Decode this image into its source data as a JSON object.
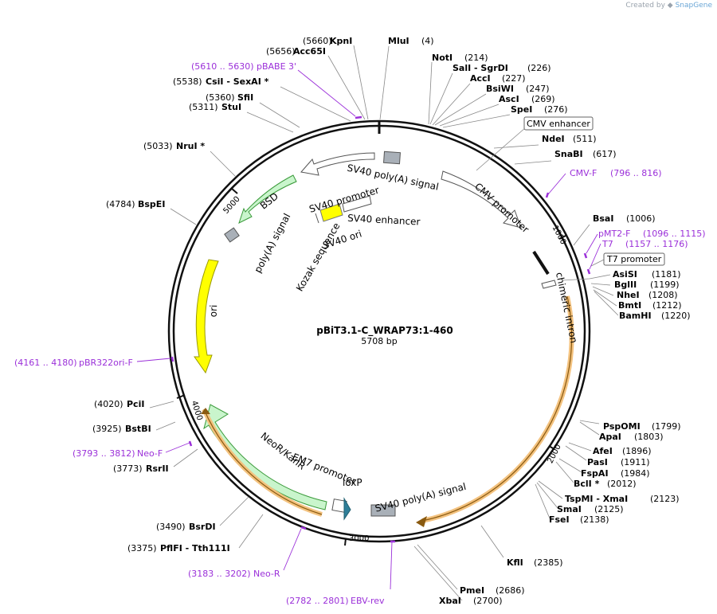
{
  "credit": {
    "prefix": "Created by",
    "brand": "SnapGene"
  },
  "plasmid": {
    "name": "pBiT3.1-C_WRAP73:1-460",
    "length_label": "5708 bp",
    "length": 5708
  },
  "ring_ticks": [
    {
      "bp": 1000,
      "label": "1000"
    },
    {
      "bp": 2000,
      "label": "2000"
    },
    {
      "bp": 3000,
      "label": "3000"
    },
    {
      "bp": 4000,
      "label": "4000"
    },
    {
      "bp": 5000,
      "label": "5000"
    }
  ],
  "enzymes": [
    {
      "name": "KpnI",
      "pos": "(5660)",
      "bp": 5660,
      "side": "left",
      "star": false
    },
    {
      "name": "MluI",
      "pos": "(4)",
      "bp": 4,
      "side": "right",
      "star": false
    },
    {
      "name": "Acc65I",
      "pos": "(5656)",
      "bp": 5656,
      "side": "left",
      "star": false
    },
    {
      "name": "NotI",
      "pos": "(214)",
      "bp": 214,
      "side": "right",
      "star": false
    },
    {
      "name": "SalI - SgrDI",
      "pos": "(226)",
      "bp": 226,
      "side": "right",
      "star": false
    },
    {
      "name": "AccI",
      "pos": "(227)",
      "bp": 227,
      "side": "right",
      "star": false
    },
    {
      "name": "CsiI - SexAI *",
      "pos": "(5538)",
      "bp": 5538,
      "side": "left",
      "star": true
    },
    {
      "name": "BsiWI",
      "pos": "(247)",
      "bp": 247,
      "side": "right",
      "star": false
    },
    {
      "name": "AscI",
      "pos": "(269)",
      "bp": 269,
      "side": "right",
      "star": false
    },
    {
      "name": "SfiI",
      "pos": "(5360)",
      "bp": 5360,
      "side": "left",
      "star": false
    },
    {
      "name": "SpeI",
      "pos": "(276)",
      "bp": 276,
      "side": "right",
      "star": false
    },
    {
      "name": "StuI",
      "pos": "(5311)",
      "bp": 5311,
      "side": "left",
      "star": false
    },
    {
      "name": "NdeI",
      "pos": "(511)",
      "bp": 511,
      "side": "right",
      "star": false
    },
    {
      "name": "NruI *",
      "pos": "(5033)",
      "bp": 5033,
      "side": "left",
      "star": true
    },
    {
      "name": "SnaBI",
      "pos": "(617)",
      "bp": 617,
      "side": "right",
      "star": false
    },
    {
      "name": "BspEI",
      "pos": "(4784)",
      "bp": 4784,
      "side": "left",
      "star": false
    },
    {
      "name": "BsaI",
      "pos": "(1006)",
      "bp": 1006,
      "side": "right",
      "star": false
    },
    {
      "name": "AsiSI",
      "pos": "(1181)",
      "bp": 1181,
      "side": "right",
      "star": false
    },
    {
      "name": "BglII",
      "pos": "(1199)",
      "bp": 1199,
      "side": "right",
      "star": false
    },
    {
      "name": "NheI",
      "pos": "(1208)",
      "bp": 1208,
      "side": "right",
      "star": false
    },
    {
      "name": "BmtI",
      "pos": "(1212)",
      "bp": 1212,
      "side": "right",
      "star": false
    },
    {
      "name": "BamHI",
      "pos": "(1220)",
      "bp": 1220,
      "side": "right",
      "star": false
    },
    {
      "name": "PciI",
      "pos": "(4020)",
      "bp": 4020,
      "side": "left",
      "star": false
    },
    {
      "name": "BstBI",
      "pos": "(3925)",
      "bp": 3925,
      "side": "left",
      "star": false
    },
    {
      "name": "PspOMI",
      "pos": "(1799)",
      "bp": 1799,
      "side": "right",
      "star": false
    },
    {
      "name": "ApaI",
      "pos": "(1803)",
      "bp": 1803,
      "side": "right",
      "star": false
    },
    {
      "name": "AfeI",
      "pos": "(1896)",
      "bp": 1896,
      "side": "right",
      "star": false
    },
    {
      "name": "RsrII",
      "pos": "(3773)",
      "bp": 3773,
      "side": "left",
      "star": false
    },
    {
      "name": "PasI",
      "pos": "(1911)",
      "bp": 1911,
      "side": "right",
      "star": false
    },
    {
      "name": "FspAI",
      "pos": "(1984)",
      "bp": 1984,
      "side": "right",
      "star": false
    },
    {
      "name": "BclI *",
      "pos": "(2012)",
      "bp": 2012,
      "side": "right",
      "star": true
    },
    {
      "name": "TspMI - XmaI",
      "pos": "(2123)",
      "bp": 2123,
      "side": "right",
      "star": false
    },
    {
      "name": "SmaI",
      "pos": "(2125)",
      "bp": 2125,
      "side": "right",
      "star": false
    },
    {
      "name": "FseI",
      "pos": "(2138)",
      "bp": 2138,
      "side": "right",
      "star": false
    },
    {
      "name": "BsrDI",
      "pos": "(3490)",
      "bp": 3490,
      "side": "left",
      "star": false
    },
    {
      "name": "PflFI - Tth111I",
      "pos": "(3375)",
      "bp": 3375,
      "side": "left",
      "star": false
    },
    {
      "name": "KflI",
      "pos": "(2385)",
      "bp": 2385,
      "side": "right",
      "star": false
    },
    {
      "name": "PmeI",
      "pos": "(2686)",
      "bp": 2686,
      "side": "right",
      "star": false
    },
    {
      "name": "XbaI",
      "pos": "(2700)",
      "bp": 2700,
      "side": "right",
      "star": false
    }
  ],
  "primers": [
    {
      "name": "pBABE 3'",
      "range": "(5610 .. 5630)",
      "start": 5610,
      "end": 5630,
      "side": "left"
    },
    {
      "name": "CMV-F",
      "range": "(796 .. 816)",
      "start": 796,
      "end": 816,
      "side": "right"
    },
    {
      "name": "pMT2-F",
      "range": "(1096 .. 1115)",
      "start": 1096,
      "end": 1115,
      "side": "right"
    },
    {
      "name": "T7",
      "range": "(1157 .. 1176)",
      "start": 1157,
      "end": 1176,
      "side": "right"
    },
    {
      "name": "pBR322ori-F",
      "range": "(4161 .. 4180)",
      "start": 4161,
      "end": 4180,
      "side": "left"
    },
    {
      "name": "Neo-F",
      "range": "(3793 .. 3812)",
      "start": 3793,
      "end": 3812,
      "side": "left"
    },
    {
      "name": "Neo-R",
      "range": "(3183 .. 3202)",
      "start": 3183,
      "end": 3202,
      "side": "left"
    },
    {
      "name": "EBV-rev",
      "range": "(2782 .. 2801)",
      "start": 2782,
      "end": 2801,
      "side": "left"
    }
  ],
  "boxed_features": [
    {
      "label": "CMV enhancer"
    },
    {
      "label": "T7 promoter"
    }
  ],
  "features": [
    {
      "label": "SV40 poly(A) signal",
      "top": "SV40 poly(A) signal"
    },
    {
      "label": "SV40 promoter"
    },
    {
      "label": "SV40 enhancer"
    },
    {
      "label": "SV40 ori"
    },
    {
      "label": "Kozak sequence"
    },
    {
      "label": "BSD"
    },
    {
      "label": "poly(A) signal"
    },
    {
      "label": "CMV promoter"
    },
    {
      "label": "chimeric intron"
    },
    {
      "label": "ori"
    },
    {
      "label": "NeoR/KanR"
    },
    {
      "label": "EM7 promoter"
    },
    {
      "label": "loxP"
    },
    {
      "label": "SV40 poly(A) signal bottom",
      "text": "SV40 poly(A) signal"
    }
  ],
  "colors": {
    "ring": "#111111",
    "orf": "#f3b26b",
    "orf_line": "#8a5a10",
    "bsd_fill": "#c9f5cc",
    "bsd_stroke": "#3a9a3a",
    "ori_fill": "#ffff00",
    "ori_stroke": "#9a9a00",
    "grey_feature": "#a9b0b8",
    "primer": "#9b30d9",
    "loxp": "#2f7f99"
  }
}
